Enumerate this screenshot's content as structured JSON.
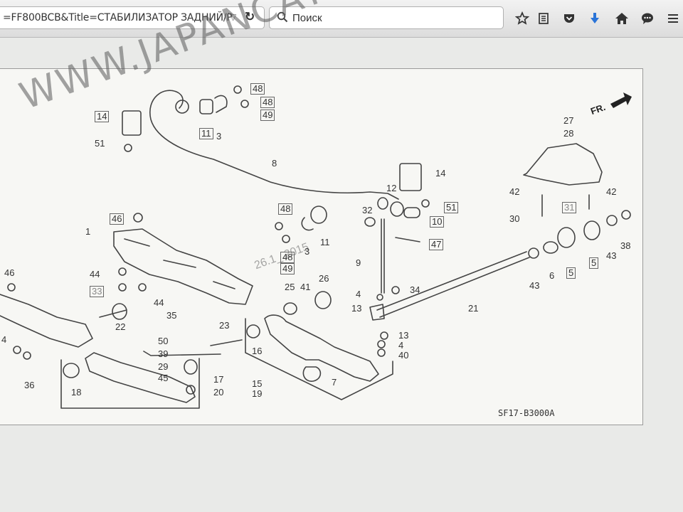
{
  "browser": {
    "url": "=FF800BCB&Title=СТАБИЛИЗАТОР ЗАДНИЙ/Р",
    "search_placeholder": "Поиск"
  },
  "diagram": {
    "watermark": "WWW.JAPANCATS.RU",
    "date_stamp": "26.1_.2015",
    "code": "SF17-B3000A",
    "direction_label": "FR.",
    "part_labels": [
      {
        "text": "14"
      },
      {
        "text": "51"
      },
      {
        "text": "11"
      },
      {
        "text": "3"
      },
      {
        "text": "48"
      },
      {
        "text": "48"
      },
      {
        "text": "49"
      },
      {
        "text": "8"
      },
      {
        "text": "14"
      },
      {
        "text": "12"
      },
      {
        "text": "51"
      },
      {
        "text": "32"
      },
      {
        "text": "10"
      },
      {
        "text": "46"
      },
      {
        "text": "1"
      },
      {
        "text": "48"
      },
      {
        "text": "48"
      },
      {
        "text": "49"
      },
      {
        "text": "3"
      },
      {
        "text": "11"
      },
      {
        "text": "47"
      },
      {
        "text": "9"
      },
      {
        "text": "27"
      },
      {
        "text": "28"
      },
      {
        "text": "42"
      },
      {
        "text": "42"
      },
      {
        "text": "31"
      },
      {
        "text": "30"
      },
      {
        "text": "43"
      },
      {
        "text": "6"
      },
      {
        "text": "5"
      },
      {
        "text": "5"
      },
      {
        "text": "43"
      },
      {
        "text": "38"
      },
      {
        "text": "46"
      },
      {
        "text": "44"
      },
      {
        "text": "33"
      },
      {
        "text": "44"
      },
      {
        "text": "35"
      },
      {
        "text": "22"
      },
      {
        "text": "25"
      },
      {
        "text": "41"
      },
      {
        "text": "26"
      },
      {
        "text": "4"
      },
      {
        "text": "13"
      },
      {
        "text": "34"
      },
      {
        "text": "21"
      },
      {
        "text": "23"
      },
      {
        "text": "16"
      },
      {
        "text": "13"
      },
      {
        "text": "4"
      },
      {
        "text": "40"
      },
      {
        "text": "50"
      },
      {
        "text": "39"
      },
      {
        "text": "29"
      },
      {
        "text": "45"
      },
      {
        "text": "17"
      },
      {
        "text": "20"
      },
      {
        "text": "18"
      },
      {
        "text": "15"
      },
      {
        "text": "19"
      },
      {
        "text": "7"
      },
      {
        "text": "4"
      },
      {
        "text": "36"
      }
    ]
  }
}
